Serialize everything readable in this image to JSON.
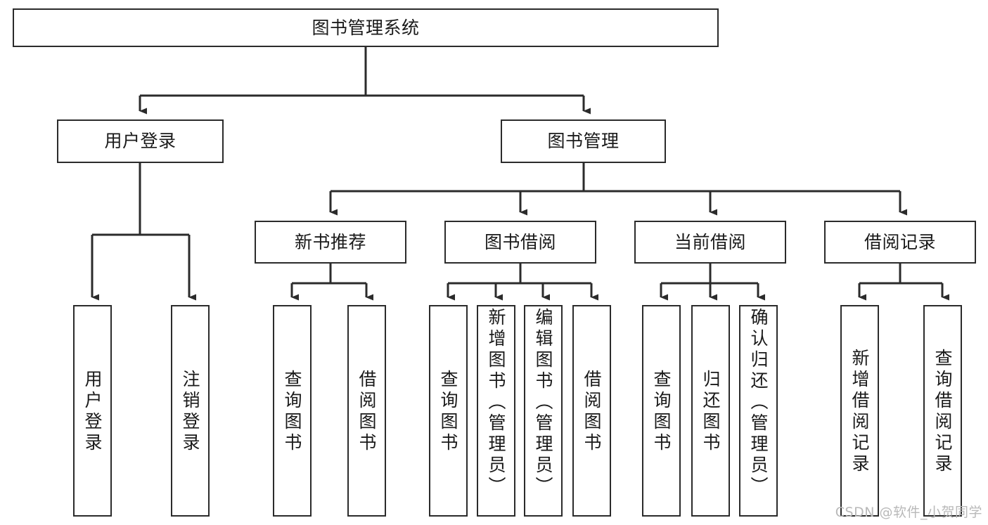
{
  "diagram": {
    "type": "tree",
    "title": "图书管理系统",
    "orientation": "top-down",
    "colors": {
      "box_border": "#2b2b2b",
      "box_fill": "#ffffff",
      "connector": "#2b2b2b",
      "text": "#1a1a1a",
      "watermark": "#b9b9b9",
      "canvas": "#ffffff"
    },
    "watermark": "CSDN @软件_小贺同学",
    "nodes": {
      "root": {
        "label": "图书管理系统",
        "level": 1,
        "text_direction": "horizontal"
      },
      "user_login": {
        "label": "用户登录",
        "level": 2,
        "text_direction": "horizontal"
      },
      "book_manage": {
        "label": "图书管理",
        "level": 2,
        "text_direction": "horizontal"
      },
      "new_book_rec": {
        "label": "新书推荐",
        "level": 3,
        "text_direction": "horizontal"
      },
      "book_borrow": {
        "label": "图书借阅",
        "level": 3,
        "text_direction": "horizontal"
      },
      "current_borrow": {
        "label": "当前借阅",
        "level": 3,
        "text_direction": "horizontal"
      },
      "borrow_record": {
        "label": "借阅记录",
        "level": 3,
        "text_direction": "horizontal"
      },
      "leaf_user_login": {
        "label": "用户登录",
        "level": 4,
        "text_direction": "vertical"
      },
      "leaf_logout": {
        "label": "注销登录",
        "level": 4,
        "text_direction": "vertical"
      },
      "leaf_query_book_1": {
        "label": "查询图书",
        "level": 4,
        "text_direction": "vertical"
      },
      "leaf_borrow_book_1": {
        "label": "借阅图书",
        "level": 4,
        "text_direction": "vertical"
      },
      "leaf_query_book_2": {
        "label": "查询图书",
        "level": 4,
        "text_direction": "vertical"
      },
      "leaf_add_book": {
        "label": "新增图书（管理员）",
        "level": 4,
        "text_direction": "vertical"
      },
      "leaf_edit_book": {
        "label": "编辑图书（管理员）",
        "level": 4,
        "text_direction": "vertical"
      },
      "leaf_borrow_book_2": {
        "label": "借阅图书",
        "level": 4,
        "text_direction": "vertical"
      },
      "leaf_query_book_3": {
        "label": "查询图书",
        "level": 4,
        "text_direction": "vertical"
      },
      "leaf_return_book": {
        "label": "归还图书",
        "level": 4,
        "text_direction": "vertical"
      },
      "leaf_confirm_return": {
        "label": "确认归还（管理员）",
        "level": 4,
        "text_direction": "vertical"
      },
      "leaf_add_record": {
        "label": "新增借阅记录",
        "level": 4,
        "text_direction": "vertical"
      },
      "leaf_query_record": {
        "label": "查询借阅记录",
        "level": 4,
        "text_direction": "vertical"
      }
    },
    "edges": [
      {
        "from": "root",
        "to": "user_login"
      },
      {
        "from": "root",
        "to": "book_manage"
      },
      {
        "from": "book_manage",
        "to": "new_book_rec"
      },
      {
        "from": "book_manage",
        "to": "book_borrow"
      },
      {
        "from": "book_manage",
        "to": "current_borrow"
      },
      {
        "from": "book_manage",
        "to": "borrow_record"
      },
      {
        "from": "user_login",
        "to": "leaf_user_login"
      },
      {
        "from": "user_login",
        "to": "leaf_logout"
      },
      {
        "from": "new_book_rec",
        "to": "leaf_query_book_1"
      },
      {
        "from": "new_book_rec",
        "to": "leaf_borrow_book_1"
      },
      {
        "from": "book_borrow",
        "to": "leaf_query_book_2"
      },
      {
        "from": "book_borrow",
        "to": "leaf_add_book"
      },
      {
        "from": "book_borrow",
        "to": "leaf_edit_book"
      },
      {
        "from": "book_borrow",
        "to": "leaf_borrow_book_2"
      },
      {
        "from": "current_borrow",
        "to": "leaf_query_book_3"
      },
      {
        "from": "current_borrow",
        "to": "leaf_return_book"
      },
      {
        "from": "current_borrow",
        "to": "leaf_confirm_return"
      },
      {
        "from": "borrow_record",
        "to": "leaf_add_record"
      },
      {
        "from": "borrow_record",
        "to": "leaf_query_record"
      }
    ]
  }
}
